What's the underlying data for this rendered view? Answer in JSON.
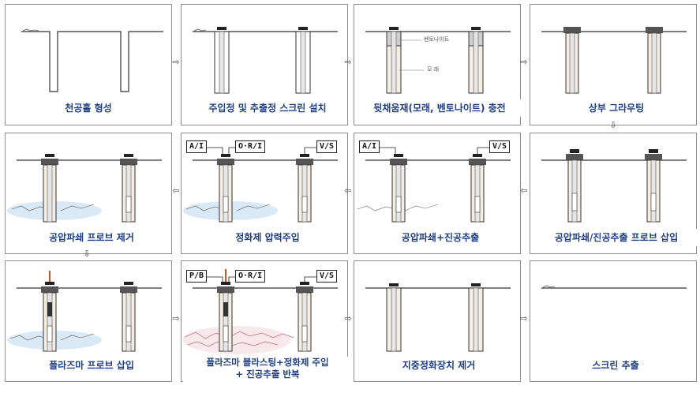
{
  "steps": [
    {
      "caption": "천공홀 형성"
    },
    {
      "caption": "주입정 및 추출정 스크린 설치"
    },
    {
      "caption": "뒷채움재(모래, 벤토나이트) 충전"
    },
    {
      "caption": "상부 그라우팅"
    },
    {
      "caption": "공압파쇄/진공추출 프로브 삽입"
    },
    {
      "caption": "공압파쇄+진공추출"
    },
    {
      "caption": "정화제 압력주입"
    },
    {
      "caption": "공압파쇄 프로브 제거"
    },
    {
      "caption": "플라즈마 프로브 삽입"
    },
    {
      "caption_line1": "플라즈마 블라스팅+정화제 주입",
      "caption_line2": "+ 진공추출 반복"
    },
    {
      "caption": "지중정화장치 제거"
    },
    {
      "caption": "스크린 추출"
    }
  ],
  "labels": {
    "bentonite": "벤토나이트",
    "sand": "모 래",
    "ai": "A/I",
    "ori": "O·R/I",
    "vs": "V/S",
    "pb": "P/B"
  },
  "arrows": {
    "right": "⇨",
    "left": "⇦",
    "down": "⇩"
  }
}
